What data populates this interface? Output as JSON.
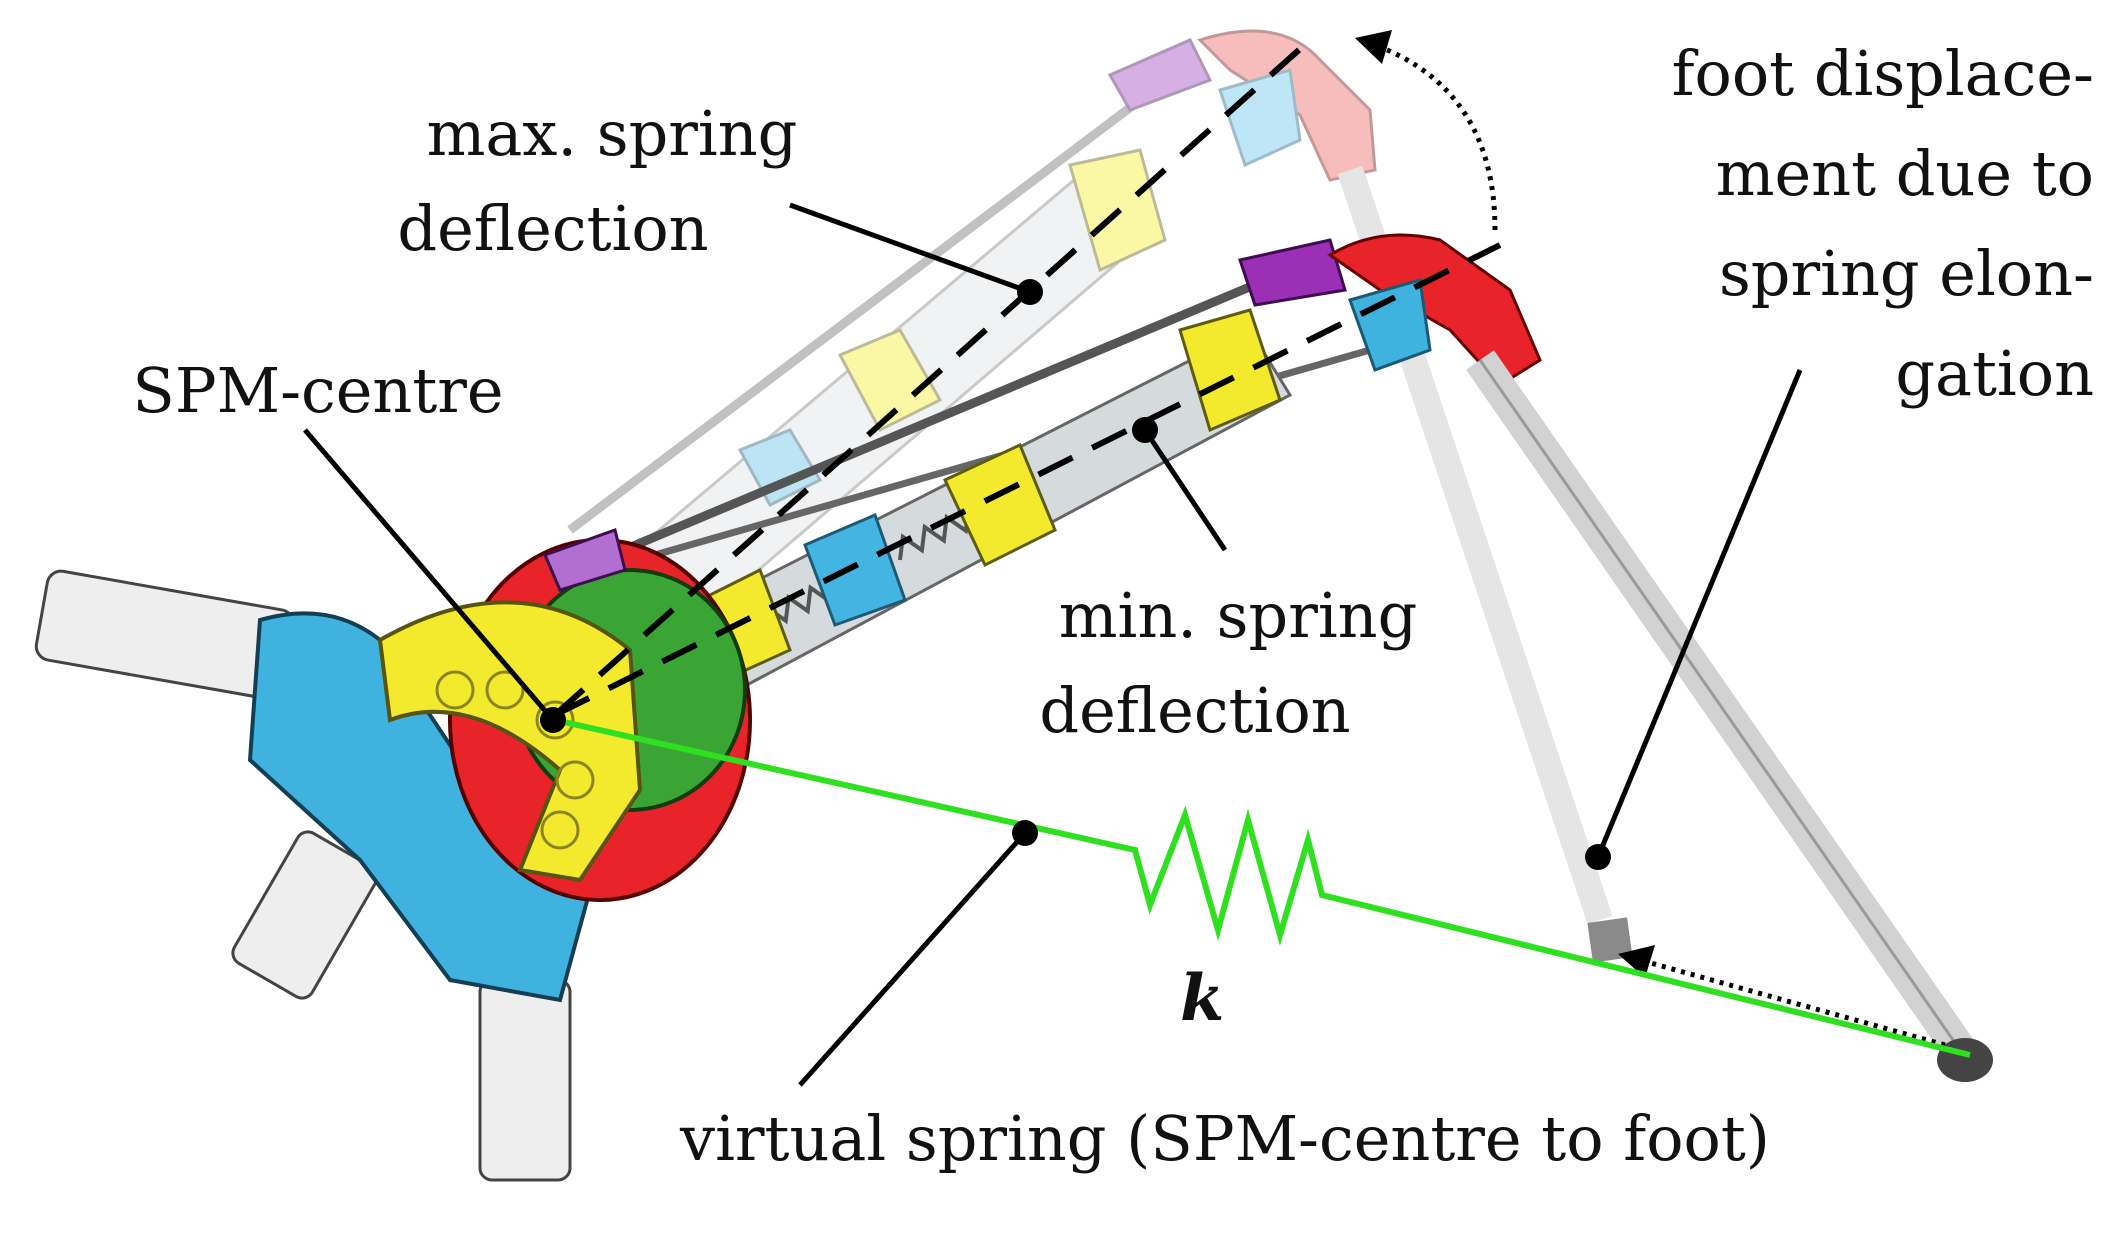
{
  "labels": {
    "max_spring": [
      "max. spring",
      "deflection"
    ],
    "min_spring": [
      "min. spring",
      "deflection"
    ],
    "spm_centre": "SPM-centre",
    "foot_displacement": [
      "foot displace-",
      "ment due to",
      "spring elon-",
      "gation"
    ],
    "virtual_spring": "virtual spring (SPM-centre to foot)",
    "spring_constant": "k"
  },
  "colors": {
    "virtual_spring": "#2ee01f",
    "parallel_mechanism": "#f2ea3c",
    "motor_mounts": "#3fb2e0",
    "upper_link": "#e8232a",
    "sphere": "#3aa535",
    "lever": "#9b2fb5"
  }
}
